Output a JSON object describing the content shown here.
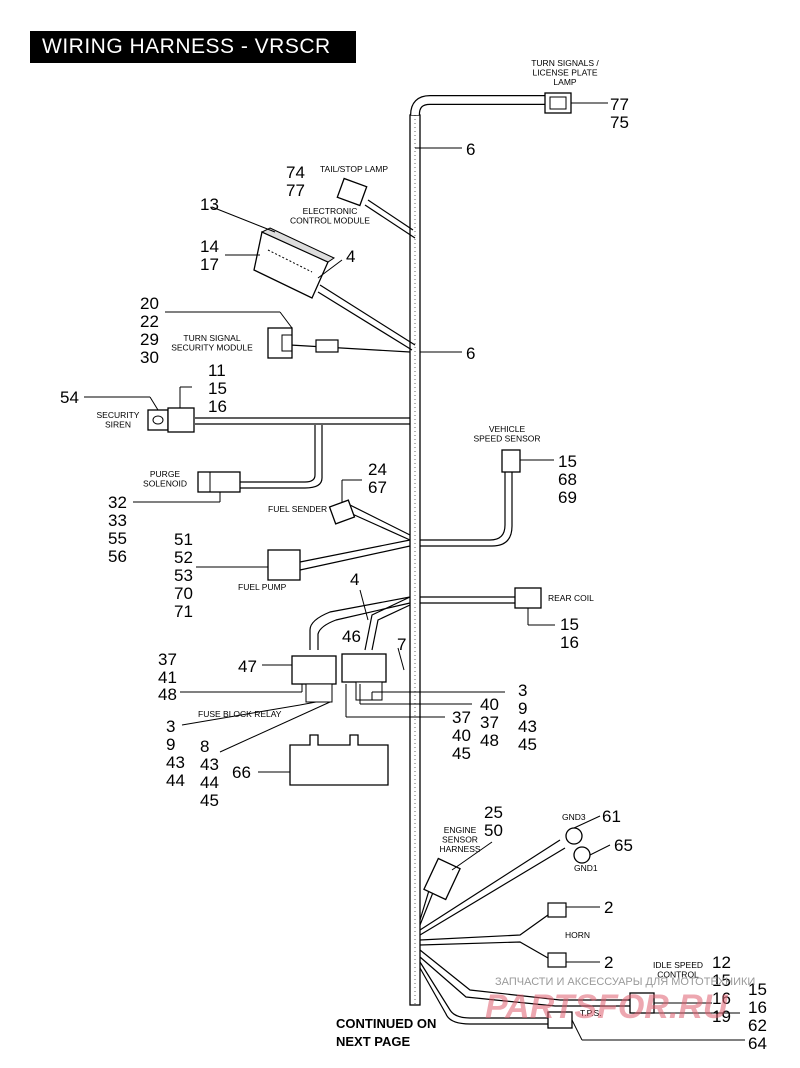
{
  "title": "WIRING HARNESS - VRSCR",
  "components": {
    "turn_signals": "TURN SIGNALS /\nLICENSE PLATE\nLAMP",
    "tail_stop": "TAIL/STOP LAMP",
    "ecm": "ELECTRONIC\nCONTROL MODULE",
    "tssm": "TURN SIGNAL\nSECURITY MODULE",
    "siren": "SECURITY\nSIREN",
    "vss": "VEHICLE\nSPEED SENSOR",
    "purge": "PURGE\nSOLENOID",
    "fuel_sender": "FUEL SENDER",
    "fuel_pump": "FUEL PUMP",
    "rear_coil": "REAR COIL",
    "fuse_block": "FUSE BLOCK RELAY",
    "engine_harness": "ENGINE\nSENSOR\nHARNESS",
    "gnd3": "GND3",
    "gnd1": "GND1",
    "horn": "HORN",
    "idle": "IDLE SPEED\nCONTROL",
    "tps": "T.P.S."
  },
  "callouts": {
    "c7775": "77\n75",
    "c6a": "6",
    "c7477": "74\n77",
    "c13": "13",
    "c1417": "14\n17",
    "c4a": "4",
    "c20": "20\n22\n29\n30",
    "c6b": "6",
    "c11": "11\n15\n16",
    "c54": "54",
    "c156869": "15\n68\n69",
    "c2467": "24\n67",
    "c32": "32\n33\n55\n56",
    "c51": "51\n52\n53\n70\n71",
    "c4b": "4",
    "c1516": "15\n16",
    "c46": "46",
    "c7": "7",
    "c37": "37\n41",
    "c47": "47",
    "c48": "48",
    "c3col": "3\n9\n43\n45",
    "c40": "40",
    "c37col": "37\n40\n45",
    "c3748": "37\n48",
    "c39": "3\n9\n43\n44",
    "c8": "8\n43\n44\n45",
    "c66": "66",
    "c2550": "25\n50",
    "c61": "61",
    "c65": "65",
    "c2a": "2",
    "c2b": "2",
    "c12": "12\n15\n16\n19",
    "c15": "15\n16\n62\n64"
  },
  "continued": "CONTINUED ON\nNEXT PAGE",
  "watermark": "ЗАПЧАСТИ И АКСЕССУАРЫ ДЛЯ МОТОТЕХНИКИ",
  "watermark_logo": "PARTSFOR.RU"
}
